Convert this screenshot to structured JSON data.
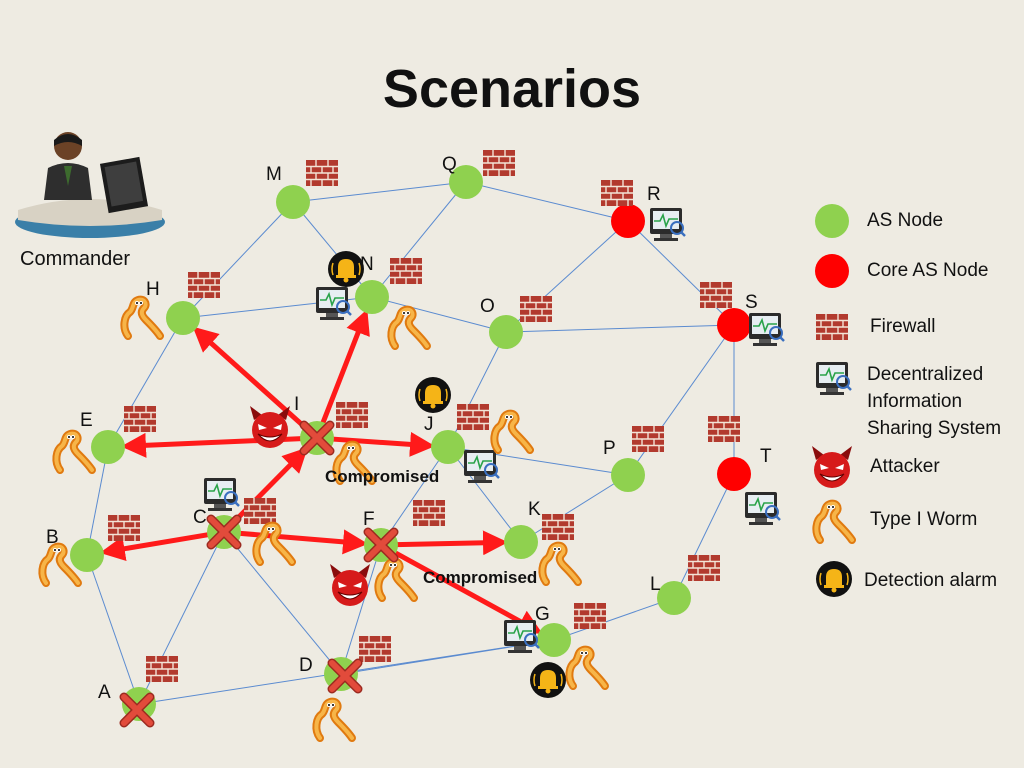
{
  "title": "Scenarios",
  "commander_label": "Commander",
  "compromised_label": "Compromised",
  "nodes": [
    {
      "id": "M",
      "label": "M",
      "type": "as"
    },
    {
      "id": "Q",
      "label": "Q",
      "type": "as"
    },
    {
      "id": "R",
      "label": "R",
      "type": "core"
    },
    {
      "id": "N",
      "label": "N",
      "type": "as"
    },
    {
      "id": "H",
      "label": "H",
      "type": "as"
    },
    {
      "id": "O",
      "label": "O",
      "type": "as"
    },
    {
      "id": "S",
      "label": "S",
      "type": "core"
    },
    {
      "id": "I",
      "label": "I",
      "type": "as",
      "status": "compromised"
    },
    {
      "id": "J",
      "label": "J",
      "type": "as"
    },
    {
      "id": "E",
      "label": "E",
      "type": "as"
    },
    {
      "id": "P",
      "label": "P",
      "type": "as"
    },
    {
      "id": "T",
      "label": "T",
      "type": "core"
    },
    {
      "id": "C",
      "label": "C",
      "type": "as",
      "status": "compromised"
    },
    {
      "id": "F",
      "label": "F",
      "type": "as",
      "status": "compromised"
    },
    {
      "id": "K",
      "label": "K",
      "type": "as"
    },
    {
      "id": "B",
      "label": "B",
      "type": "as"
    },
    {
      "id": "L",
      "label": "L",
      "type": "as"
    },
    {
      "id": "G",
      "label": "G",
      "type": "as"
    },
    {
      "id": "D",
      "label": "D",
      "type": "as",
      "status": "compromised"
    },
    {
      "id": "A",
      "label": "A",
      "type": "as",
      "status": "compromised"
    }
  ],
  "links": [
    [
      "M",
      "Q"
    ],
    [
      "Q",
      "R"
    ],
    [
      "M",
      "H"
    ],
    [
      "M",
      "N"
    ],
    [
      "Q",
      "N"
    ],
    [
      "R",
      "O"
    ],
    [
      "R",
      "S"
    ],
    [
      "H",
      "N"
    ],
    [
      "N",
      "O"
    ],
    [
      "O",
      "S"
    ],
    [
      "S",
      "P"
    ],
    [
      "S",
      "T"
    ],
    [
      "H",
      "E"
    ],
    [
      "O",
      "J"
    ],
    [
      "J",
      "P"
    ],
    [
      "J",
      "K"
    ],
    [
      "P",
      "K"
    ],
    [
      "E",
      "B"
    ],
    [
      "B",
      "A"
    ],
    [
      "C",
      "A"
    ],
    [
      "C",
      "D"
    ],
    [
      "F",
      "D"
    ],
    [
      "T",
      "L"
    ],
    [
      "L",
      "G"
    ],
    [
      "D",
      "G"
    ],
    [
      "A",
      "G"
    ],
    [
      "F",
      "G"
    ],
    [
      "I",
      "C"
    ],
    [
      "I",
      "J"
    ],
    [
      "F",
      "J"
    ]
  ],
  "attacks": [
    [
      "I",
      "H"
    ],
    [
      "I",
      "N"
    ],
    [
      "I",
      "E"
    ],
    [
      "I",
      "J"
    ],
    [
      "C",
      "I"
    ],
    [
      "C",
      "B"
    ],
    [
      "C",
      "F"
    ],
    [
      "F",
      "K"
    ],
    [
      "F",
      "G"
    ]
  ],
  "legend": [
    {
      "key": "as_node",
      "label": "AS Node",
      "icon": "green-circle"
    },
    {
      "key": "core_as_node",
      "label": "Core AS Node",
      "icon": "red-circle"
    },
    {
      "key": "firewall",
      "label": "Firewall",
      "icon": "brick-wall"
    },
    {
      "key": "diss",
      "label": "Decentralized Information Sharing System",
      "lines": [
        "Decentralized",
        "Information",
        "Sharing System"
      ],
      "icon": "monitor"
    },
    {
      "key": "attacker",
      "label": "Attacker",
      "icon": "devil-face"
    },
    {
      "key": "worm",
      "label": "Type I Worm",
      "icon": "worm"
    },
    {
      "key": "alarm",
      "label": "Detection alarm",
      "icon": "alarm-bell"
    }
  ],
  "colors": {
    "as_node": "#8fd14f",
    "core_node": "#ff0000",
    "link": "#5b8bd0",
    "attack": "#ff1a1a",
    "firewall": "#b23a2e",
    "cross": "#e24b3b"
  }
}
